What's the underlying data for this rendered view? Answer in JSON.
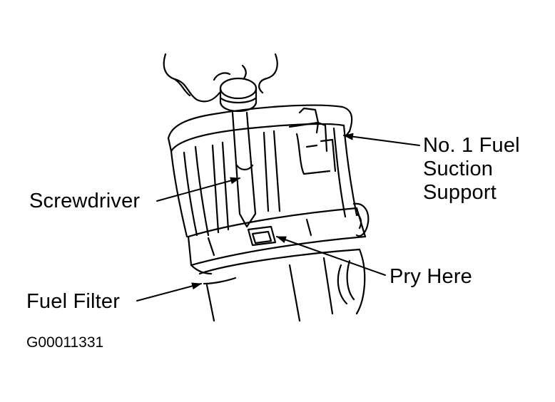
{
  "labels": {
    "suction_support": {
      "line1": "No. 1 Fuel",
      "line2": "Suction",
      "line3": "Support"
    },
    "screwdriver": "Screwdriver",
    "pry_here": "Pry Here",
    "fuel_filter": "Fuel Filter"
  },
  "figure_id": "G00011331",
  "colors": {
    "ink": "#000000",
    "background": "#ffffff"
  }
}
